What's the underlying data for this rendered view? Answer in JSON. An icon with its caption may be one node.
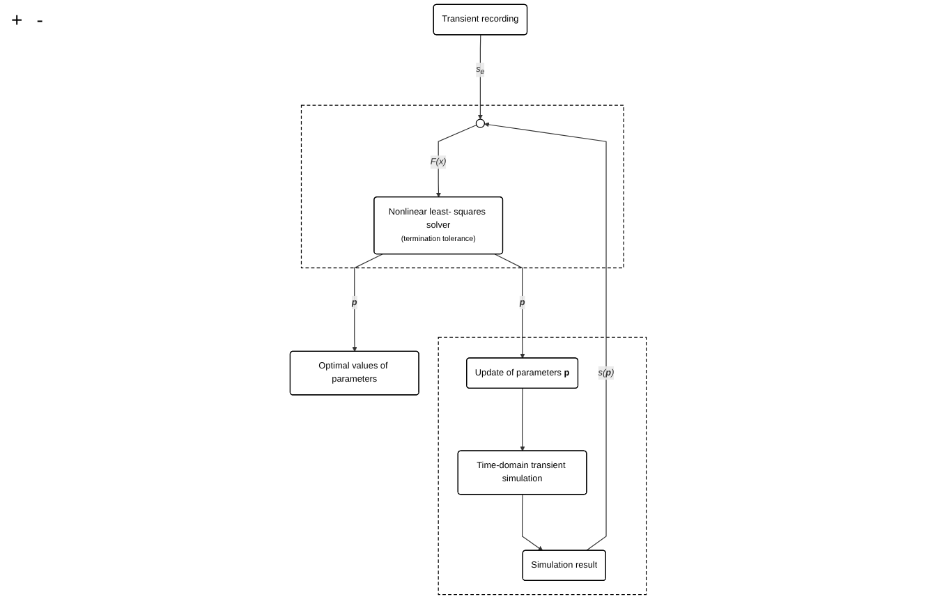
{
  "diagram": {
    "nodes": [
      {
        "text": [],
        "shape": "box"
      },
      {
        "text": [],
        "shape": "box"
      },
      {
        "text": [
          "Transient recording"
        ]
      },
      {
        "text": [],
        "shape": "circle",
        "in": 0
      },
      {
        "text": [
          "Simulation result"
        ],
        "in": 1
      },
      {
        "text": [
          "Nonlinear least- squares solver",
          "(termination tolerance)"
        ],
        "in": 0
      },
      {
        "text": [
          "Optimal values of parameters"
        ]
      },
      {
        "text": [
          "Time-domain transient simulation"
        ],
        "in": 1
      },
      {
        "text": [
          "Update of parameters **p**"
        ],
        "in": 1
      }
    ],
    "edges": [
      {
        "from": 2,
        "to": 3,
        "arrow": "to",
        "label": "s$_{e}$"
      },
      {
        "from": 4,
        "to": 3,
        "arrow": "to",
        "label": "s(**p**)"
      },
      {
        "from": 3,
        "to": 5,
        "arrow": "to",
        "label": "F(x)"
      },
      {
        "from": 5,
        "to": 6,
        "arrow": "to",
        "label": "**p**"
      },
      {
        "from": 5,
        "to": 8,
        "arrow": "to",
        "label": "**p**"
      },
      {
        "from": 8,
        "to": 7,
        "arrow": "to"
      },
      {
        "from": 7,
        "to": 4,
        "arrow": "to"
      }
    ],
    "labels": [
      "+",
      "-"
    ]
  }
}
